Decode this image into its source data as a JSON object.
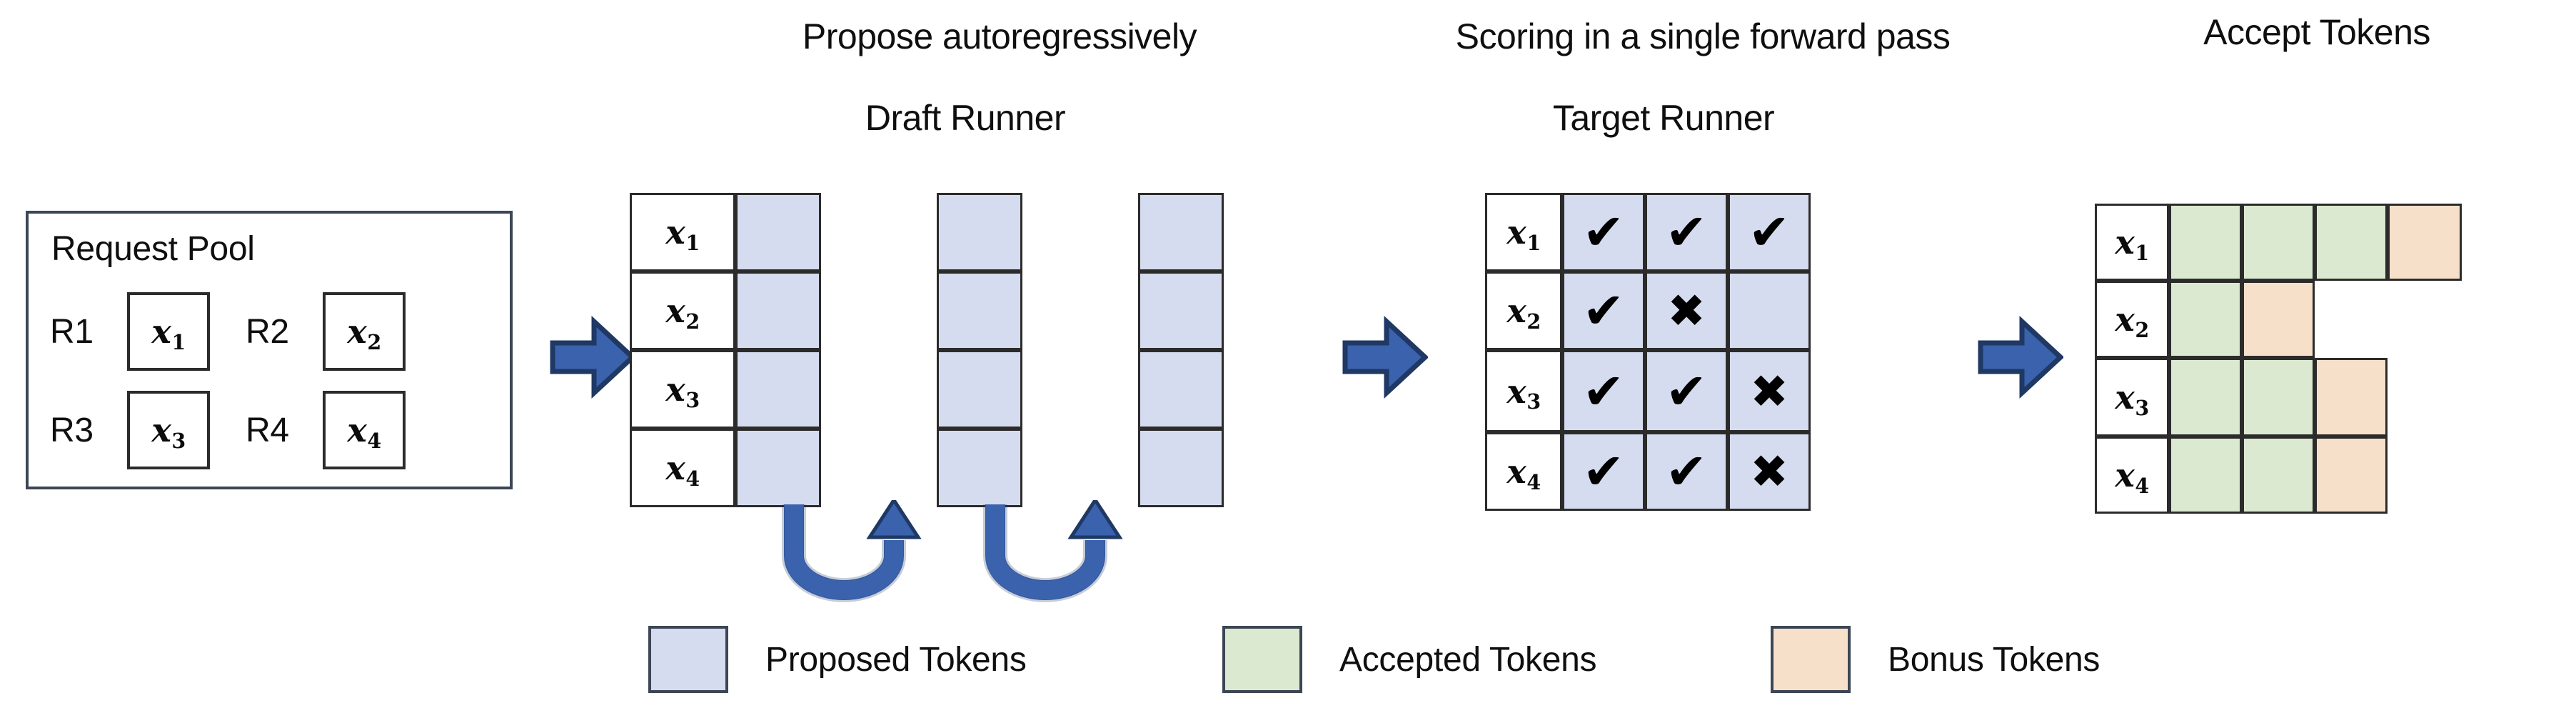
{
  "colors": {
    "proposed": "#d6dcef",
    "accepted": "#dce9d1",
    "bonus": "#f6e0ca",
    "arrow_fill": "#3a62ad",
    "arrow_stroke": "#1f3864",
    "cell_border": "#2b2b2b",
    "box_border": "#3c4654",
    "text": "#0f0f0f",
    "background": "#ffffff"
  },
  "request_pool": {
    "title": "Request Pool",
    "entries": [
      {
        "label": "R1",
        "token": "x",
        "sub": "1"
      },
      {
        "label": "R2",
        "token": "x",
        "sub": "2"
      },
      {
        "label": "R3",
        "token": "x",
        "sub": "3"
      },
      {
        "label": "R4",
        "token": "x",
        "sub": "4"
      }
    ]
  },
  "draft": {
    "title": "Propose autoregressively",
    "subtitle": "Draft Runner",
    "rows": [
      {
        "token": "x",
        "sub": "1"
      },
      {
        "token": "x",
        "sub": "2"
      },
      {
        "token": "x",
        "sub": "3"
      },
      {
        "token": "x",
        "sub": "4"
      }
    ],
    "steps": 3,
    "loop_arrows": 2
  },
  "target": {
    "title": "Scoring in a single forward pass",
    "subtitle": "Target Runner",
    "rows": [
      {
        "token": "x",
        "sub": "1",
        "marks": [
          "check",
          "check",
          "check"
        ]
      },
      {
        "token": "x",
        "sub": "2",
        "marks": [
          "check",
          "cross",
          "none"
        ]
      },
      {
        "token": "x",
        "sub": "3",
        "marks": [
          "check",
          "check",
          "cross"
        ]
      },
      {
        "token": "x",
        "sub": "4",
        "marks": [
          "check",
          "check",
          "cross"
        ]
      }
    ],
    "mark_glyphs": {
      "check": "✔",
      "cross": "✖",
      "none": ""
    }
  },
  "accept": {
    "title": "Accept Tokens",
    "rows": [
      {
        "token": "x",
        "sub": "1",
        "cells": [
          "accepted",
          "accepted",
          "accepted",
          "bonus"
        ]
      },
      {
        "token": "x",
        "sub": "2",
        "cells": [
          "accepted",
          "bonus"
        ]
      },
      {
        "token": "x",
        "sub": "3",
        "cells": [
          "accepted",
          "accepted",
          "bonus"
        ]
      },
      {
        "token": "x",
        "sub": "4",
        "cells": [
          "accepted",
          "accepted",
          "bonus"
        ]
      }
    ]
  },
  "legend": [
    {
      "label": "Proposed Tokens",
      "swatch": "proposed"
    },
    {
      "label": "Accepted Tokens",
      "swatch": "accepted"
    },
    {
      "label": "Bonus Tokens",
      "swatch": "bonus"
    }
  ],
  "flow_arrows": [
    {
      "name": "pool-to-draft"
    },
    {
      "name": "draft-to-target"
    },
    {
      "name": "target-to-accept"
    }
  ]
}
